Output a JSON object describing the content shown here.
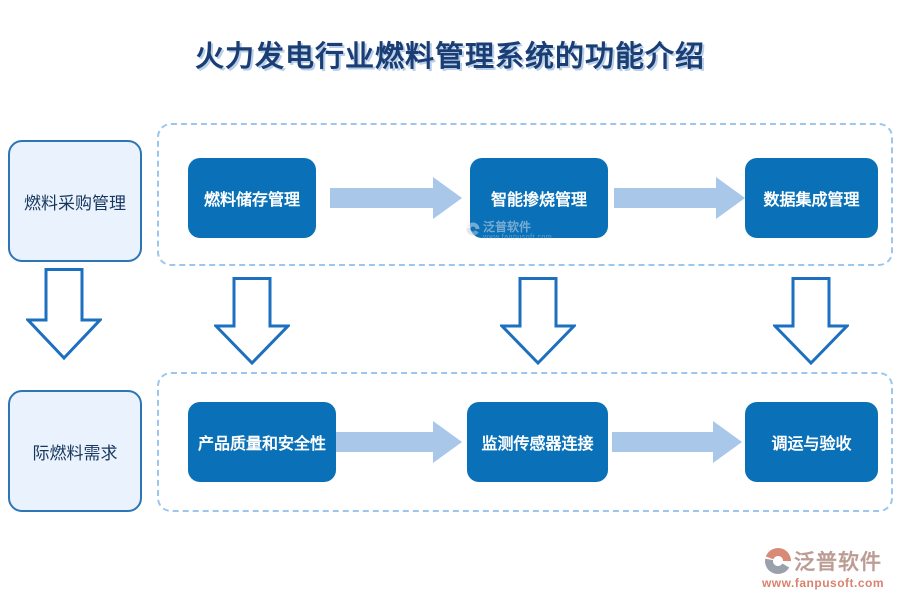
{
  "title": "火力发电行业燃料管理系统的功能介绍",
  "left_column": {
    "purchase_box": "燃料采购管理",
    "demand_box": "际燃料需求"
  },
  "top_row": {
    "step1": "燃料储存管理",
    "step2": "智能掺烧管理",
    "step3": "数据集成管理"
  },
  "bottom_row": {
    "step1": "产品质量和安全性",
    "step2": "监测传感器连接",
    "step3": "调运与验收"
  },
  "watermark": {
    "brand": "泛普软件",
    "url": "www.fanpusoft.com"
  },
  "footer_logo": {
    "brand": "泛普软件",
    "url": "www.fanpusoft.com"
  },
  "colors": {
    "button_blue": "#0a70b7",
    "flow_arrow_blue": "#a9c7e8",
    "side_box_fill": "#e9f2fd",
    "side_box_border": "#2e75b6",
    "dashed_border": "#9cc6ee",
    "title_navy": "#1a3e73",
    "down_arrow_outline": "#1d6fbf",
    "logo_coral": "#d9826f",
    "logo_gray": "#9aa1ab"
  }
}
